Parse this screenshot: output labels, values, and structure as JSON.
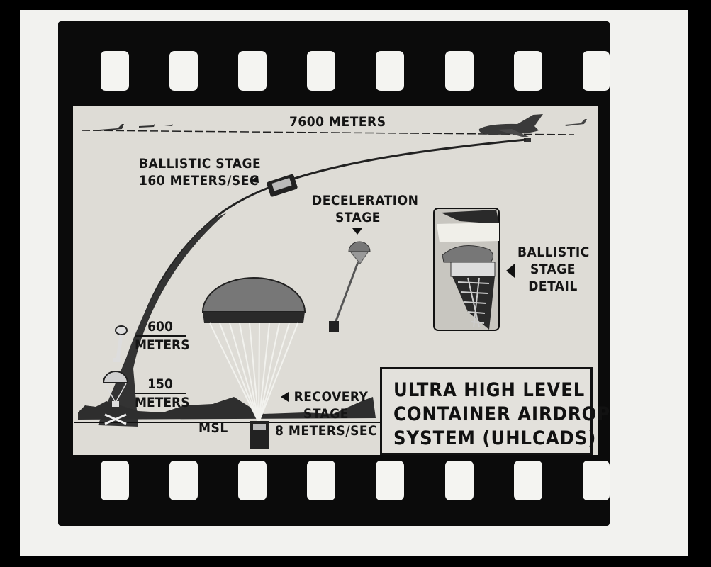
{
  "diagram": {
    "altitude_label": "7600 METERS",
    "ballistic_stage": {
      "line1": "BALLISTIC STAGE",
      "line2": "160 METERS/SEC"
    },
    "deceleration_stage": {
      "line1": "DECELERATION",
      "line2": "STAGE"
    },
    "ballistic_detail": {
      "line1": "BALLISTIC",
      "line2": "STAGE",
      "line3": "DETAIL"
    },
    "altitude_600": {
      "value": "600",
      "unit": "METERS"
    },
    "altitude_150": {
      "value": "150",
      "unit": "METERS"
    },
    "recovery_stage": {
      "line1": "RECOVERY",
      "line2": "STAGE",
      "line3": "8 METERS/SEC"
    },
    "msl_label": "MSL",
    "title": {
      "line1": "ULTRA HIGH LEVEL",
      "line2": "CONTAINER AIRDROP",
      "line3": "SYSTEM (UHLCADS)"
    }
  }
}
